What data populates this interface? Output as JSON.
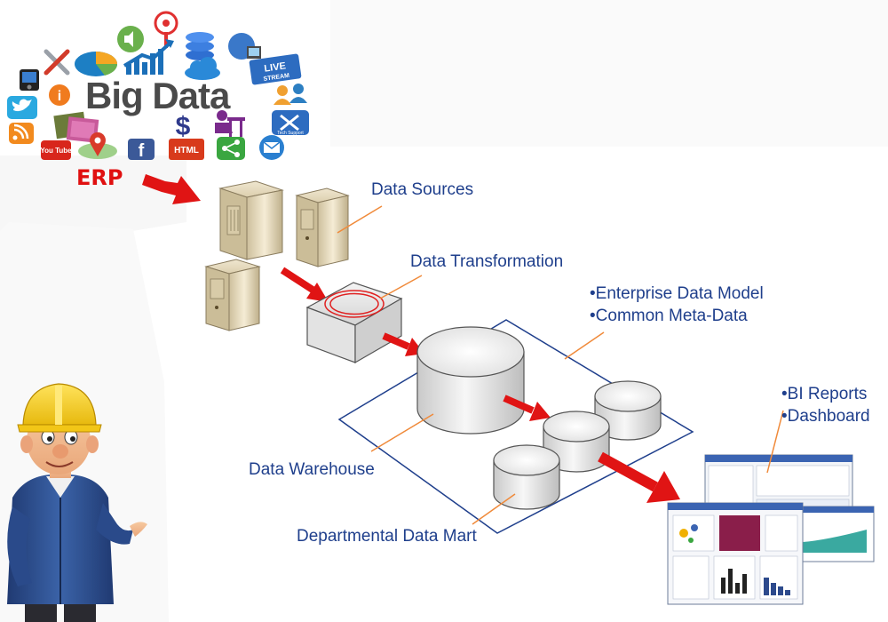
{
  "big_data_cluster": {
    "title": "Big Data",
    "icons": [
      {
        "name": "music-player-icon",
        "color": "#222222"
      },
      {
        "name": "tools-icon",
        "color": "#d23b2a"
      },
      {
        "name": "pie-chart-icon",
        "color": "#1d7fc4"
      },
      {
        "name": "sound-icon",
        "color": "#6ab04c"
      },
      {
        "name": "broadcast-icon",
        "color": "#e03030"
      },
      {
        "name": "database-icon",
        "color": "#2f6fd1"
      },
      {
        "name": "globe-icon",
        "color": "#3a78c9"
      },
      {
        "name": "growth-chart-icon",
        "color": "#1b6fb8"
      },
      {
        "name": "cloud-icon",
        "color": "#2a89d8"
      },
      {
        "name": "live-stream-icon",
        "color": "#2d6cc0"
      },
      {
        "name": "twitter-icon",
        "color": "#2aa9e0"
      },
      {
        "name": "info-icon",
        "color": "#f07b1e"
      },
      {
        "name": "users-icon",
        "color": "#2d7fc2"
      },
      {
        "name": "rss-icon",
        "color": "#f28a1e"
      },
      {
        "name": "photos-icon",
        "color": "#7a8a4a"
      },
      {
        "name": "dollar-icon",
        "color": "#2f3a8c"
      },
      {
        "name": "desk-worker-icon",
        "color": "#7a2a8c"
      },
      {
        "name": "tech-support-icon",
        "color": "#2d6cc0"
      },
      {
        "name": "youtube-icon",
        "color": "#d8261c"
      },
      {
        "name": "map-pin-icon",
        "color": "#d93a2a"
      },
      {
        "name": "facebook-icon",
        "color": "#3b5998"
      },
      {
        "name": "html-icon",
        "color": "#d83a1c"
      },
      {
        "name": "share-icon",
        "color": "#3aa640"
      },
      {
        "name": "mail-icon",
        "color": "#2a7fd0"
      }
    ],
    "icon_texts": {
      "youtube": "You Tube",
      "live": "LIVE",
      "stream": "STREAM",
      "html": "HTML",
      "facebook": "f",
      "info": "i",
      "dollar": "$",
      "tech_support": "Tech Support"
    }
  },
  "erp_label": "ERP",
  "labels": {
    "data_sources": "Data Sources",
    "data_transformation": "Data Transformation",
    "enterprise_model": "•Enterprise Data Model",
    "meta_data": "•Common Meta-Data",
    "data_warehouse": "Data Warehouse",
    "data_mart": "Departmental Data Mart",
    "bi_reports": "•BI Reports",
    "dashboard": "•Dashboard"
  },
  "colors": {
    "label_text": "#1f3f8c",
    "arrow_red": "#e01414",
    "erp_red": "#e01010",
    "leader_orange": "#f08a3a",
    "platform_border": "#1f3f8c"
  }
}
